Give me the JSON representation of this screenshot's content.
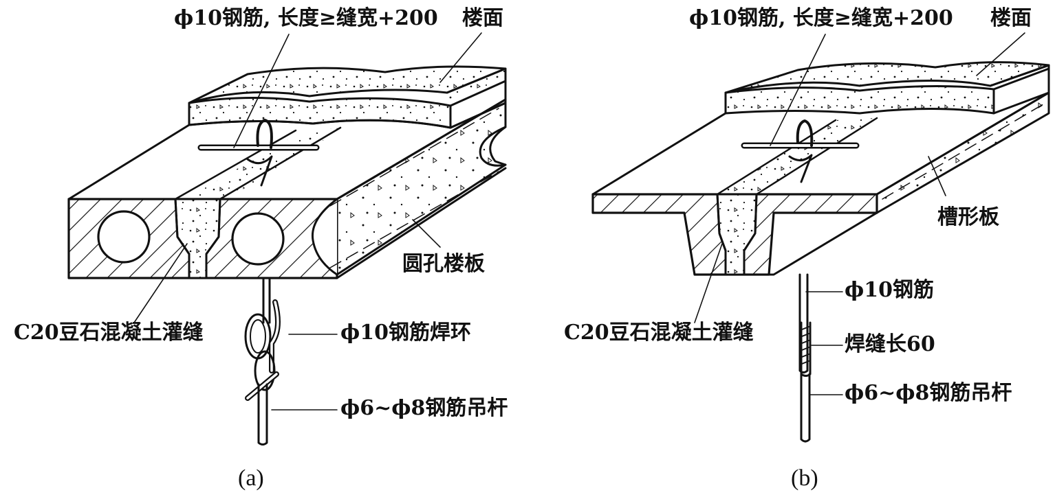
{
  "panel_a": {
    "labels": {
      "rebar_length": "ϕ10钢筋, 长度≥缝宽+200",
      "floor_surface": "楼面",
      "hollow_slab": "圆孔楼板",
      "grout": "C20豆石混凝土灌缝",
      "weld_ring": "ϕ10钢筋焊环",
      "hanger_rod": "ϕ6~ϕ8钢筋吊杆"
    },
    "caption": "(a)"
  },
  "panel_b": {
    "labels": {
      "rebar_length": "ϕ10钢筋, 长度≥缝宽+200",
      "floor_surface": "楼面",
      "channel_slab": "槽形板",
      "rebar": "ϕ10钢筋",
      "grout": "C20豆石混凝土灌缝",
      "weld_length": "焊缝长60",
      "hanger_rod": "ϕ6~ϕ8钢筋吊杆"
    },
    "caption": "(b)"
  },
  "colors": {
    "ink": "#111111",
    "paper": "#ffffff"
  }
}
